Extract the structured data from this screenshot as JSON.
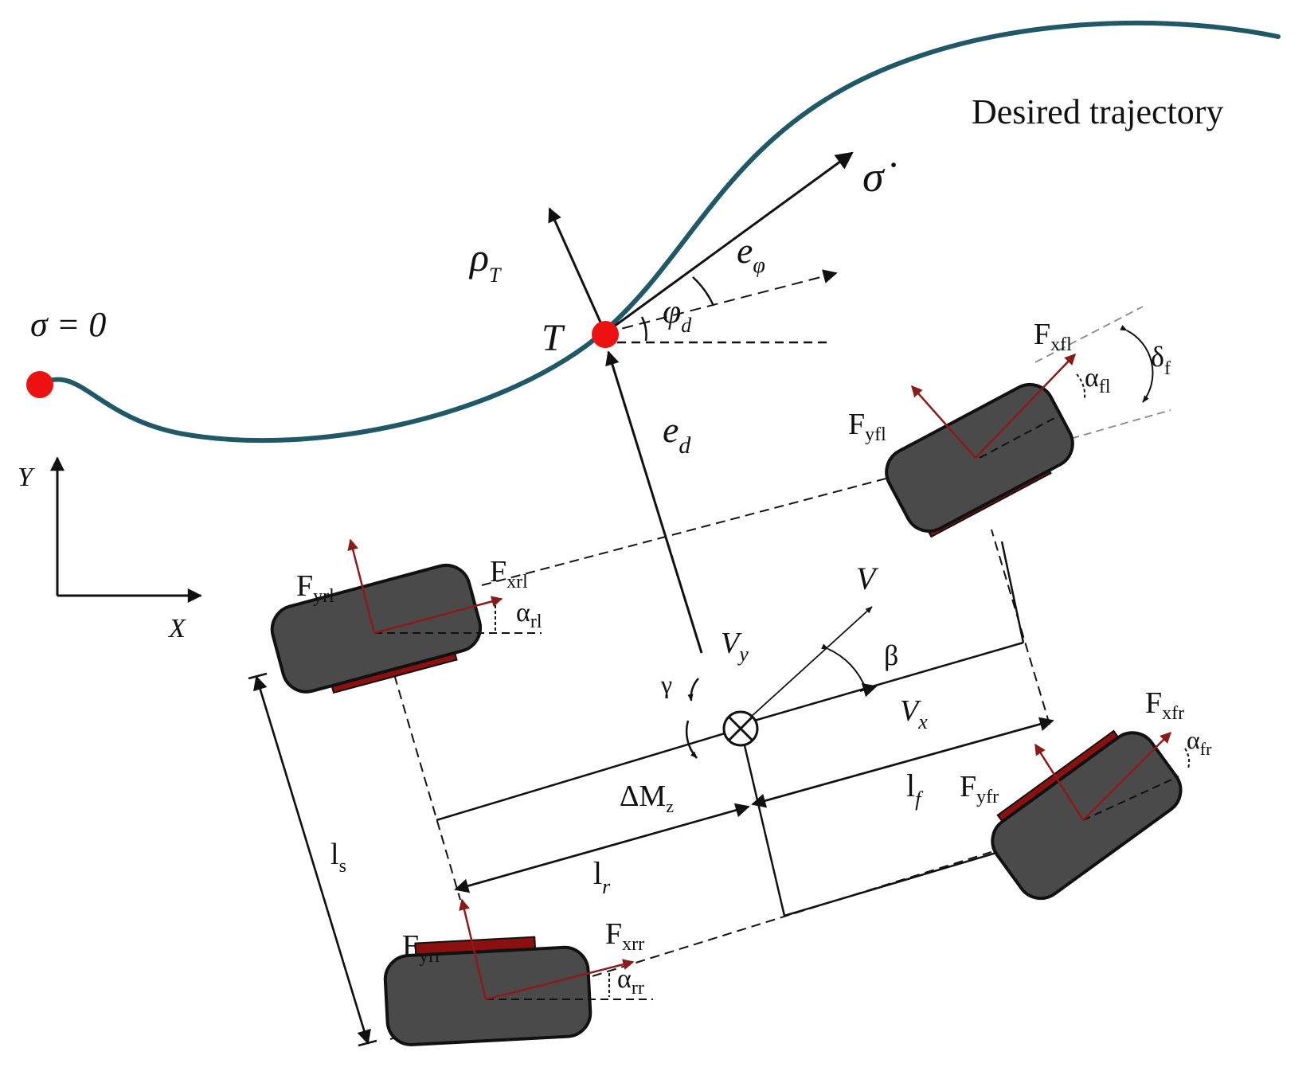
{
  "labels": {
    "sigma_zero": "σ = 0",
    "desired_trajectory": "Desired trajectory",
    "sigma_dot": "σ̇",
    "rho": "ρ",
    "rho_sub": "T",
    "T": "T",
    "e_phi": "e",
    "e_phi_sub": "φ",
    "phi_d": "φ",
    "phi_d_sub": "d",
    "e_d": "e",
    "e_d_sub": "d",
    "axis_y": "Y",
    "axis_x": "X",
    "V": "V",
    "V_y": "V",
    "V_y_sub": "y",
    "V_x": "V",
    "V_x_sub": "x",
    "beta": "β",
    "gamma": "γ",
    "delta_Mz": "ΔM",
    "delta_Mz_sub": "z",
    "l_s": "l",
    "l_s_sub": "s",
    "l_f": "l",
    "l_f_sub": "f",
    "l_r": "l",
    "l_r_sub": "r",
    "F_xfl": "F",
    "F_xfl_sub": "xfl",
    "F_yfl": "F",
    "F_yfl_sub": "yfl",
    "alpha_fl": "α",
    "alpha_fl_sub": "fl",
    "delta_f": "δ",
    "delta_f_sub": "f",
    "F_xrl": "F",
    "F_xrl_sub": "xrl",
    "F_yrl": "F",
    "F_yrl_sub": "yrl",
    "alpha_rl": "α",
    "alpha_rl_sub": "rl",
    "F_xfr": "F",
    "F_xfr_sub": "xfr",
    "F_yfr": "F",
    "F_yfr_sub": "yfr",
    "alpha_fr": "α",
    "alpha_fr_sub": "fr",
    "F_xrr": "F",
    "F_xrr_sub": "xrr",
    "F_yrr": "F",
    "F_yrr_sub": "yrr",
    "alpha_rr": "α",
    "alpha_rr_sub": "rr"
  },
  "colors": {
    "trajectory": "#1f5866",
    "point": "#ee1111",
    "tire_fill": "#4a4a4a",
    "tire_stroke": "#111111",
    "tire_strip": "#8b1010",
    "force_arrow": "#8b1a1a",
    "line": "#111111"
  }
}
